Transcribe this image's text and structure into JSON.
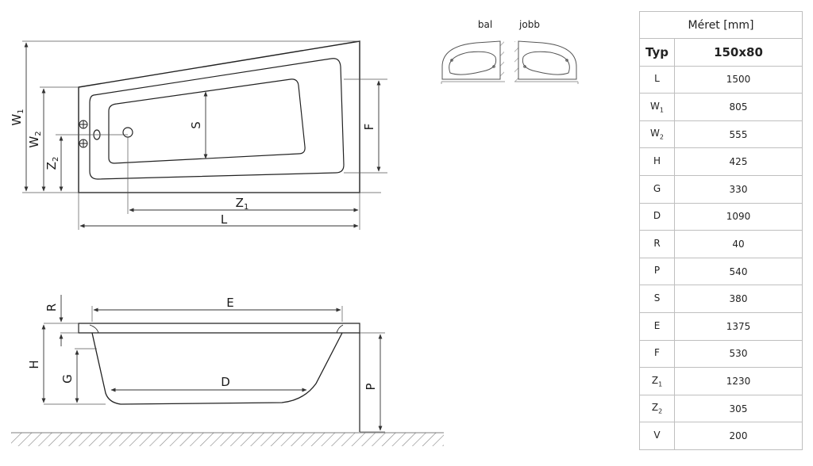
{
  "labels": {
    "w1": "W",
    "w1_sub": "1",
    "w2": "W",
    "w2_sub": "2",
    "z2": "Z",
    "z2_sub": "2",
    "z1": "Z",
    "z1_sub": "1",
    "s": "S",
    "f": "F",
    "l": "L",
    "r": "R",
    "e": "E",
    "h": "H",
    "g": "G",
    "d": "D",
    "p": "P"
  },
  "orientation": {
    "left": "bal",
    "right": "jobb"
  },
  "table": {
    "header": "Méret [mm]",
    "type_key": "Typ",
    "type_value": "150x80",
    "rows": [
      {
        "key": "L",
        "sub": "",
        "value": "1500"
      },
      {
        "key": "W",
        "sub": "1",
        "value": "805"
      },
      {
        "key": "W",
        "sub": "2",
        "value": "555"
      },
      {
        "key": "H",
        "sub": "",
        "value": "425"
      },
      {
        "key": "G",
        "sub": "",
        "value": "330"
      },
      {
        "key": "D",
        "sub": "",
        "value": "1090"
      },
      {
        "key": "R",
        "sub": "",
        "value": "40"
      },
      {
        "key": "P",
        "sub": "",
        "value": "540"
      },
      {
        "key": "S",
        "sub": "",
        "value": "380"
      },
      {
        "key": "E",
        "sub": "",
        "value": "1375"
      },
      {
        "key": "F",
        "sub": "",
        "value": "530"
      },
      {
        "key": "Z",
        "sub": "1",
        "value": "1230"
      },
      {
        "key": "Z",
        "sub": "2",
        "value": "305"
      },
      {
        "key": "V",
        "sub": "",
        "value": "200"
      }
    ]
  }
}
